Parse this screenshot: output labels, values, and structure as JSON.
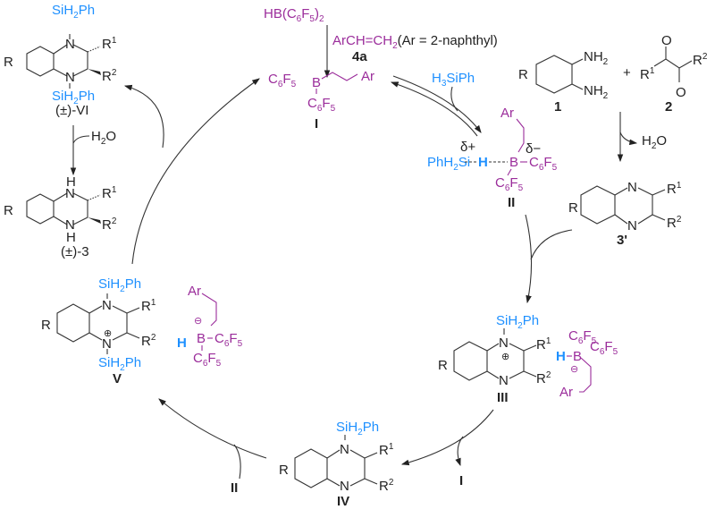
{
  "colors": {
    "boron_reagent": "#9b2d9b",
    "silane": "#1e90ff",
    "default": "#222222"
  },
  "reagents": {
    "borane": "HB(C6F5)2",
    "alkene": "ArCH=CH2(Ar = 2-naphthyl)",
    "alkene_label": "4a",
    "silane": "H3SiPh",
    "water": "H2O",
    "plus": "+"
  },
  "compounds": {
    "c1": {
      "label": "1",
      "groups": [
        "NH2",
        "NH2",
        "R"
      ]
    },
    "c2": {
      "label": "2",
      "groups": [
        "R1",
        "R2",
        "O",
        "O"
      ]
    },
    "c3p": {
      "label": "3'",
      "groups": [
        "R",
        "R1",
        "R2",
        "N",
        "N"
      ]
    },
    "cI": {
      "label": "I",
      "groups": [
        "C6F5",
        "B",
        "C6F5",
        "Ar"
      ]
    },
    "cII": {
      "label": "II",
      "groups": [
        "PhH2Si",
        "H",
        "B",
        "C6F5",
        "C6F5",
        "Ar",
        "δ+",
        "δ−"
      ]
    },
    "cIII": {
      "label": "III",
      "groups": [
        "SiH2Ph",
        "R",
        "R1",
        "R2",
        "H",
        "B",
        "C6F5",
        "C6F5",
        "Ar"
      ]
    },
    "cIV": {
      "label": "IV",
      "groups": [
        "SiH2Ph",
        "R",
        "R1",
        "R2"
      ]
    },
    "cV": {
      "label": "V",
      "groups": [
        "SiH2Ph",
        "SiH2Ph",
        "R",
        "R1",
        "R2",
        "H",
        "B",
        "C6F5",
        "C6F5",
        "Ar"
      ]
    },
    "cVI": {
      "label": "(±)-VI",
      "groups": [
        "SiH2Ph",
        "SiH2Ph",
        "R",
        "R1",
        "R2"
      ]
    },
    "c3": {
      "label": "(±)-3",
      "groups": [
        "R",
        "R1",
        "R2",
        "H",
        "H"
      ]
    }
  },
  "arrow_labels": {
    "to_V": "II",
    "from_III": "I",
    "VI_to_3": "H2O",
    "cond_to_3p": "H2O"
  }
}
